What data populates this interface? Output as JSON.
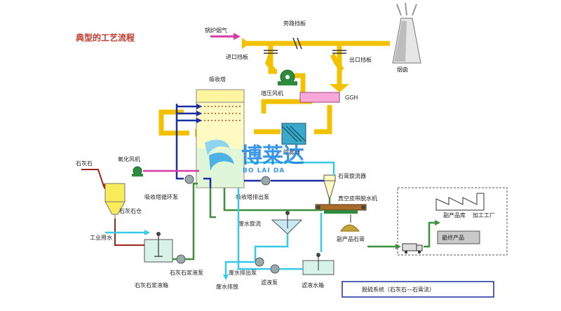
{
  "diagram": {
    "title": "典型的工艺流程",
    "labels": {
      "boiler_flue_gas": "锅炉烟气",
      "bypass_damper": "旁路挡板",
      "inlet_damper": "进口挡板",
      "outlet_damper": "出口挡板",
      "chimney": "烟囱",
      "absorber": "吸收塔",
      "booster_fan": "增压风机",
      "ggh": "GGH",
      "oxidation_fan": "氧化风机",
      "demister": "除雾器",
      "limestone": "石灰石",
      "absorber_circ_pump": "吸收塔循环泵",
      "absorber_discharge_pump": "吸收塔排出泵",
      "gypsum_cyclone": "石膏旋流器",
      "vacuum_belt_dewatering": "真空皮带脱水机",
      "limestone_silo": "石灰石仓",
      "industrial_water": "工业用水",
      "wastewater_cyclone": "废水旋流",
      "byproduct_gypsum": "副产品石膏",
      "byproduct_storage": "副产品库",
      "processing_plant": "加工工厂",
      "final_product": "最终产品",
      "limestone_slurry_pump": "石灰石浆液泵",
      "wastewater_discharge_pump": "废水排出泵",
      "limestone_slurry_tank": "石灰石浆液箱",
      "wastewater_discharge": "废水排放",
      "filtrate_pump": "滤液泵",
      "filtrate_tank": "滤液水箱",
      "legend_box": "脱硫系统（石灰石—石膏法）"
    },
    "watermark": {
      "cn": "博莱达",
      "en": "BO LAI DA"
    },
    "colors": {
      "flue_gas": "#f2c200",
      "slurry_green": "#3f8f3f",
      "water_cyan": "#38c8e8",
      "circulation_blue": "#1a2fa0",
      "oxidation_air": "#d63aa6",
      "limestone_feed": "#a0241a",
      "equipment_fill": "#fffac2",
      "chimney_gray": "#9a9a9a",
      "title_red": "#c0392b",
      "watermark_blue": "#1e88e5"
    }
  }
}
